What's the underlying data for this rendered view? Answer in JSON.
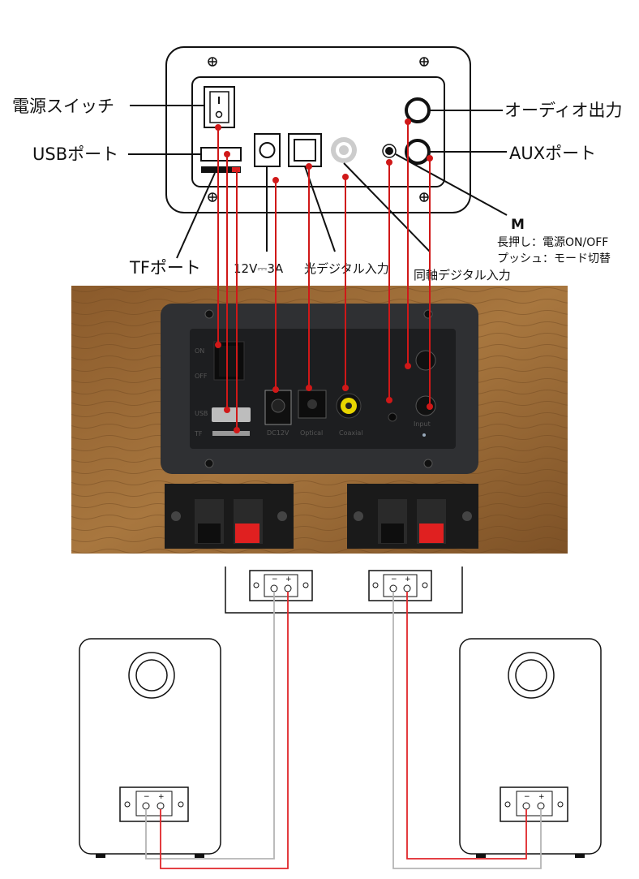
{
  "labels": {
    "power_switch": "電源スイッチ",
    "usb_port": "USBポート",
    "tf_port": "TFポート",
    "dc_input": "12V⎓3A",
    "optical_input": "光デジタル入力",
    "coaxial_input": "同軸デジタル入力",
    "m_button": "M",
    "m_long_press": "長押し：電源ON/OFF",
    "m_push": "プッシュ：モード切替",
    "audio_output": "オーディオ出力",
    "aux_port": "AUXポート"
  },
  "panel_print": {
    "on": "ON",
    "off": "OFF",
    "usb": "USB",
    "tf": "TF",
    "dc": "DC12V",
    "optical": "Optical",
    "coaxial": "Coaxial",
    "input": "Input"
  },
  "terminal_marks": {
    "minus": "−",
    "plus": "+"
  },
  "colors": {
    "wire_red": "#e0262a",
    "wire_gray": "#b5b5b5",
    "wood": "#9a6a34",
    "plate": "#2c2d30"
  }
}
